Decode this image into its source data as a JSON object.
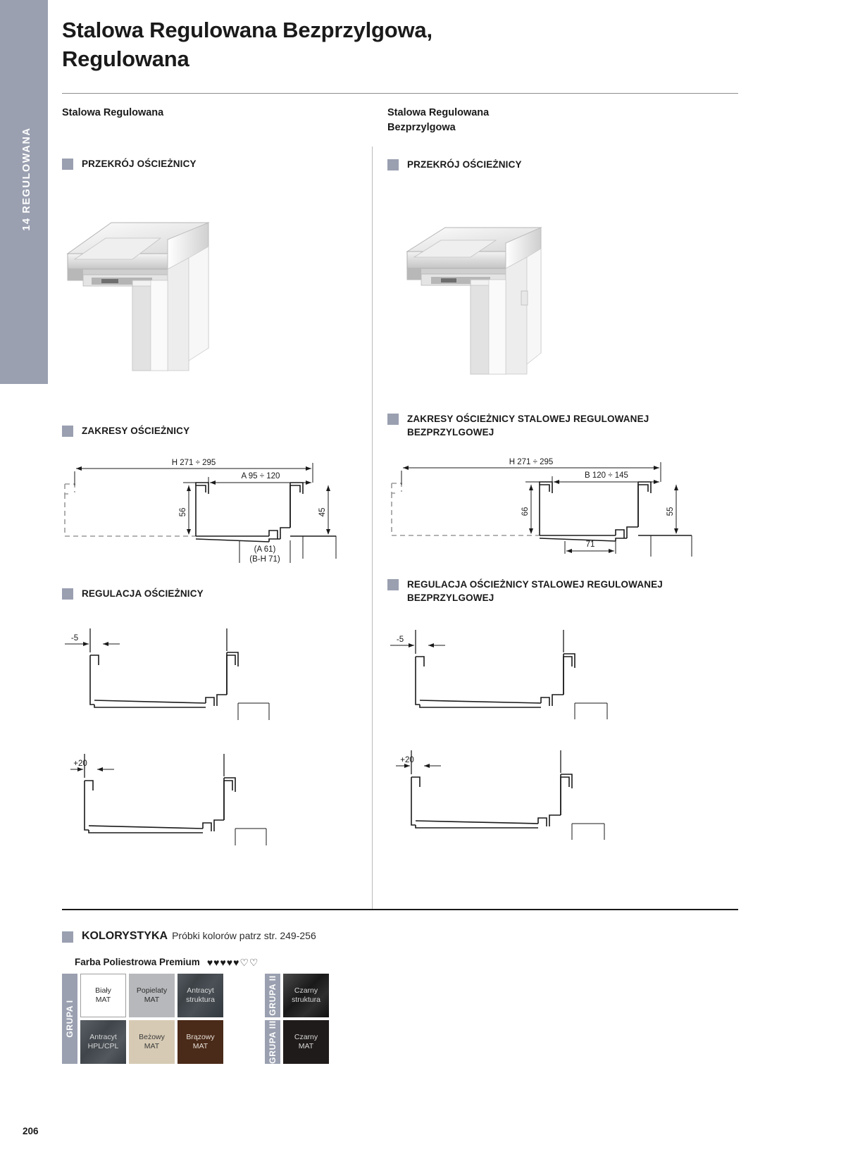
{
  "side_tab": {
    "number": "14",
    "label": "REGULOWANA",
    "text": "14  REGULOWANA"
  },
  "page_number": "206",
  "header": {
    "title": "Stalowa Regulowana Bezprzylgowa, Regulowana",
    "title_line1": "Stalowa Regulowana Bezprzylgowa,",
    "title_line2": "Regulowana"
  },
  "left_column": {
    "product_title": "Stalowa Regulowana",
    "sections": {
      "przekroj": "PRZEKRÓJ OŚCIEŻNICY",
      "zakresy": "ZAKRESY OŚCIEŻNICY",
      "regulacja": "REGULACJA OŚCIEŻNICY"
    },
    "dimensions": {
      "h_range": "H 271 ÷ 295",
      "a_range": "A 95 ÷ 120",
      "height_left": "56",
      "height_right": "45",
      "note_a": "(A 61)",
      "note_bh": "(B-H 71)",
      "adjust_minus": "-5",
      "adjust_plus": "+20"
    }
  },
  "right_column": {
    "product_title_line1": "Stalowa Regulowana",
    "product_title_line2": "Bezprzylgowa",
    "sections": {
      "przekroj": "PRZEKRÓJ OŚCIEŻNICY",
      "zakresy_line1": "ZAKRESY OŚCIEŻNICY STALOWEJ REGULOWANEJ",
      "zakresy_line2": "BEZPRZYLGOWEJ",
      "regulacja_line1": "REGULACJA OŚCIEŻNICY STALOWEJ REGULOWANEJ",
      "regulacja_line2": "BEZPRZYLGOWEJ"
    },
    "dimensions": {
      "h_range": "H 271 ÷ 295",
      "b_range": "B 120 ÷ 145",
      "height_left": "66",
      "height_right": "55",
      "note_71": "71",
      "adjust_minus": "-5",
      "adjust_plus": "+20"
    }
  },
  "kolorystyka": {
    "title": "KOLORYSTYKA",
    "subtitle": "Próbki kolorów patrz str. 249-256",
    "farba_label": "Farba Poliestrowa Premium",
    "rating_filled": 5,
    "rating_empty": 2,
    "rating_glyphs": "♥♥♥♥♥♡♡",
    "groups": [
      {
        "name": "GRUPA I",
        "rows": [
          [
            {
              "label": "Biały\nMAT",
              "line1": "Biały",
              "line2": "MAT",
              "style": "white",
              "hex": "#ffffff"
            },
            {
              "label": "Popielaty\nMAT",
              "line1": "Popielaty",
              "line2": "MAT",
              "style": "gray",
              "hex": "#b6b8bb"
            },
            {
              "label": "Antracyt\nstruktura",
              "line1": "Antracyt",
              "line2": "struktura",
              "style": "anthra",
              "hex": "#3f454a"
            }
          ],
          [
            {
              "label": "Antracyt\nHPL/CPL",
              "line1": "Antracyt",
              "line2": "HPL/CPL",
              "style": "anthra2",
              "hex": "#474d53"
            },
            {
              "label": "Beżowy\nMAT",
              "line1": "Beżowy",
              "line2": "MAT",
              "style": "beige",
              "hex": "#d6cab4"
            },
            {
              "label": "Brązowy\nMAT",
              "line1": "Brązowy",
              "line2": "MAT",
              "style": "brown",
              "hex": "#4a2a18"
            }
          ]
        ]
      },
      {
        "name": "GRUPA II",
        "rows": [
          [
            {
              "label": "Czarny\nstruktura",
              "line1": "Czarny",
              "line2": "struktura",
              "style": "blackstr",
              "hex": "#1f1f1f"
            }
          ]
        ]
      },
      {
        "name": "GRUPA III",
        "rows": [
          [
            {
              "label": "Czarny\nMAT",
              "line1": "Czarny",
              "line2": "MAT",
              "style": "blackmat",
              "hex": "#1f1b1a"
            }
          ]
        ]
      }
    ]
  },
  "colors": {
    "accent_gray": "#9aa0b0",
    "text": "#1a1a1a",
    "rule": "#8e8e8e"
  }
}
